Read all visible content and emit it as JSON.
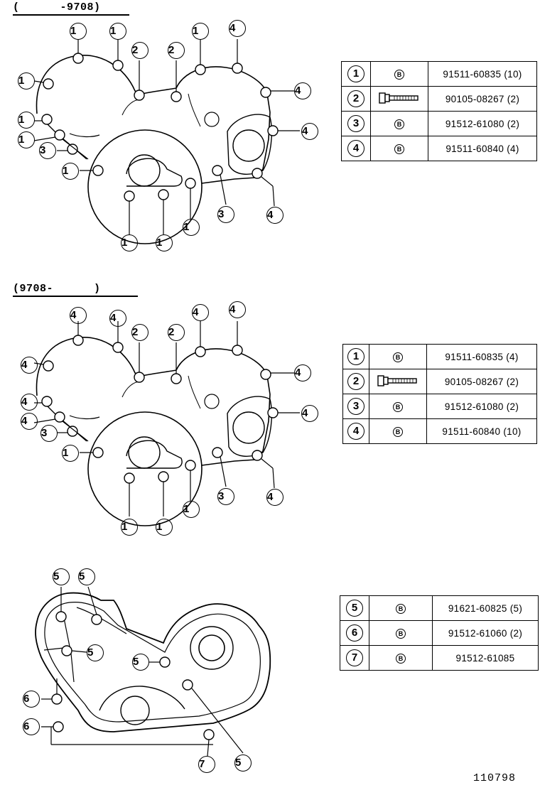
{
  "sections": [
    {
      "header": "(      -9708)",
      "rows": [
        {
          "num": "1",
          "icon": "B",
          "part": "91511-60835 (10)"
        },
        {
          "num": "2",
          "icon": "bolt",
          "part": "90105-08267 (2)"
        },
        {
          "num": "3",
          "icon": "B",
          "part": "91512-61080 (2)"
        },
        {
          "num": "4",
          "icon": "B",
          "part": "91511-60840 (4)"
        }
      ],
      "callouts": [
        "1",
        "1",
        "2",
        "2",
        "1",
        "4",
        "1",
        "4",
        "1",
        "4",
        "1",
        "3",
        "1",
        "3",
        "4",
        "1",
        "1",
        "1"
      ]
    },
    {
      "header": "(9708-      )",
      "rows": [
        {
          "num": "1",
          "icon": "B",
          "part": "91511-60835 (4)"
        },
        {
          "num": "2",
          "icon": "bolt",
          "part": "90105-08267 (2)"
        },
        {
          "num": "3",
          "icon": "B",
          "part": "91512-61080 (2)"
        },
        {
          "num": "4",
          "icon": "B",
          "part": "91511-60840 (10)"
        }
      ],
      "callouts": [
        "4",
        "4",
        "2",
        "2",
        "4",
        "4",
        "4",
        "4",
        "4",
        "4",
        "4",
        "3",
        "1",
        "3",
        "4",
        "1",
        "1",
        "1"
      ]
    },
    {
      "header": "",
      "rows": [
        {
          "num": "5",
          "icon": "B",
          "part": "91621-60825 (5)"
        },
        {
          "num": "6",
          "icon": "B",
          "part": "91512-61060 (2)"
        },
        {
          "num": "7",
          "icon": "B",
          "part": "91512-61085"
        }
      ],
      "callouts": [
        "5",
        "5",
        "5",
        "5",
        "6",
        "6",
        "7",
        "5"
      ]
    }
  ],
  "footer_code": "110798"
}
